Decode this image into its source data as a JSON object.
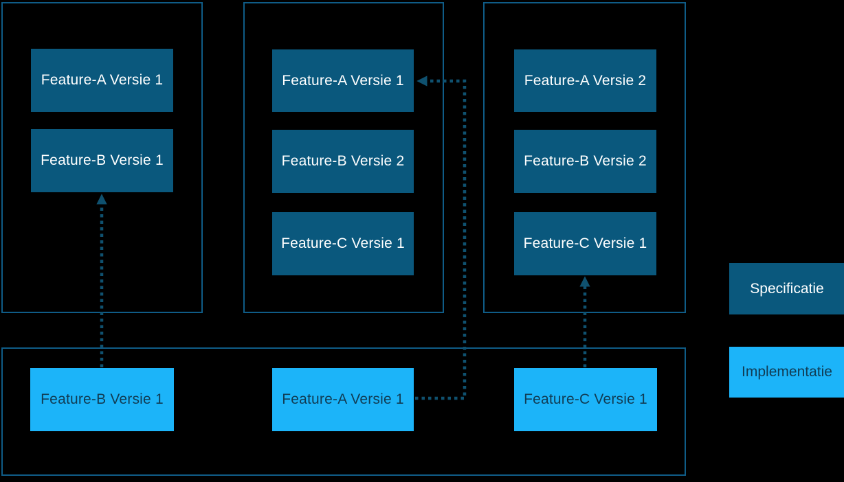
{
  "colors": {
    "background": "#000000",
    "container_border": "#0F5C87",
    "specification_fill": "#0A587D",
    "specification_text": "#FFFFFF",
    "implementation_fill": "#1CB4F9",
    "implementation_text": "#113C54",
    "arrow": "#0F516F"
  },
  "diagram": {
    "specification_groups": [
      {
        "name": "specification-group-1",
        "boxes": [
          {
            "label": "Feature-A Versie 1"
          },
          {
            "label": "Feature-B Versie 1"
          }
        ]
      },
      {
        "name": "specification-group-2",
        "boxes": [
          {
            "label": "Feature-A Versie 1"
          },
          {
            "label": "Feature-B Versie 2"
          },
          {
            "label": "Feature-C Versie 1"
          }
        ]
      },
      {
        "name": "specification-group-3",
        "boxes": [
          {
            "label": "Feature-A Versie 2"
          },
          {
            "label": "Feature-B Versie 2"
          },
          {
            "label": "Feature-C Versie 1"
          }
        ]
      }
    ],
    "implementation_group": {
      "name": "implementation-group",
      "boxes": [
        {
          "label": "Feature-B Versie 1"
        },
        {
          "label": "Feature-A Versie 1"
        },
        {
          "label": "Feature-C Versie 1"
        }
      ]
    },
    "arrows": [
      {
        "style": "dotted",
        "from": "implementation Feature-B Versie 1",
        "to": "specification-group-1 Feature-B Versie 1",
        "direction": "up"
      },
      {
        "style": "dotted",
        "from": "implementation Feature-A Versie 1",
        "to": "specification-group-2 Feature-A Versie 1",
        "direction": "right-then-up-then-left"
      },
      {
        "style": "dotted",
        "from": "implementation Feature-C Versie 1",
        "to": "specification-group-3 Feature-C Versie 1",
        "direction": "up"
      }
    ],
    "legend": [
      {
        "label": "Specificatie",
        "type": "specification"
      },
      {
        "label": "Implementatie",
        "type": "implementation"
      }
    ]
  }
}
